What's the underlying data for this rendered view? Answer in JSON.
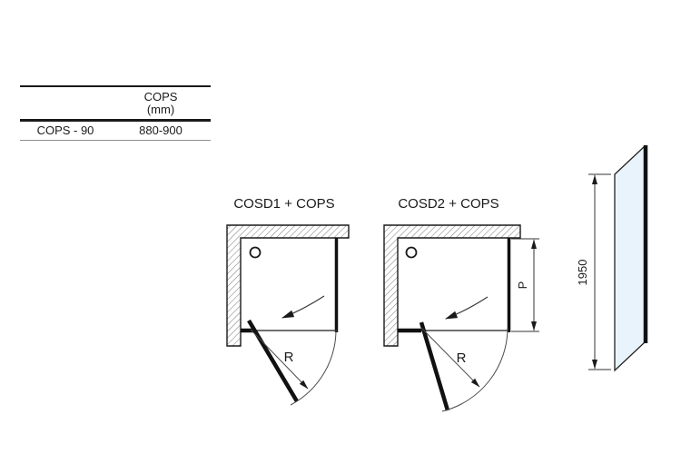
{
  "table": {
    "header": {
      "product": "COPS",
      "unit": "(mm)"
    },
    "rows": [
      {
        "model": "COPS - 90",
        "width_range": "880-900"
      }
    ]
  },
  "diagrams": {
    "d1": {
      "title": "COSD1 + COPS",
      "radius_label": "R"
    },
    "d2": {
      "title": "COSD2 + COPS",
      "radius_label": "R",
      "depth_label": "P"
    },
    "side": {
      "height_mm": "1950"
    }
  },
  "colors": {
    "ink": "#1a1a1a",
    "glass": "#e8f3fb",
    "rule_light": "#8f8f8f"
  }
}
